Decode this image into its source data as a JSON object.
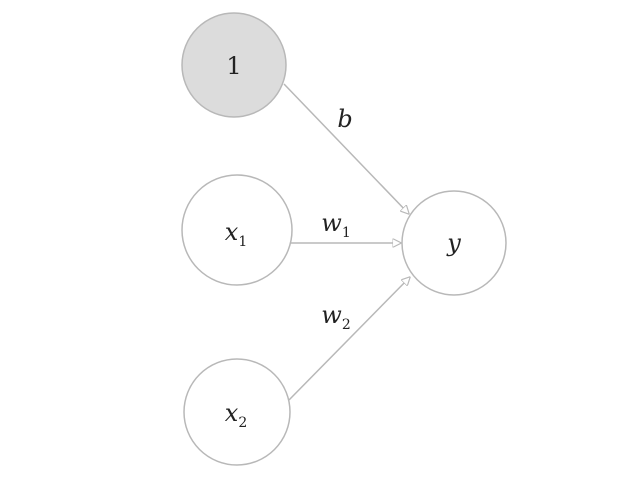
{
  "colors": {
    "node_stroke": "#b8b8b8",
    "node_fill": "#ffffff",
    "bias_fill": "#dcdcdc",
    "edge": "#b8b8b8",
    "text": "#222222"
  },
  "nodes": {
    "bias": {
      "label": "1"
    },
    "x1": {
      "base": "x",
      "sub": "1"
    },
    "x2": {
      "base": "x",
      "sub": "2"
    },
    "output": {
      "label": "y"
    }
  },
  "edges": {
    "bias_to_output": {
      "label": "b"
    },
    "x1_to_output": {
      "base": "w",
      "sub": "1"
    },
    "x2_to_output": {
      "base": "w",
      "sub": "2"
    }
  }
}
